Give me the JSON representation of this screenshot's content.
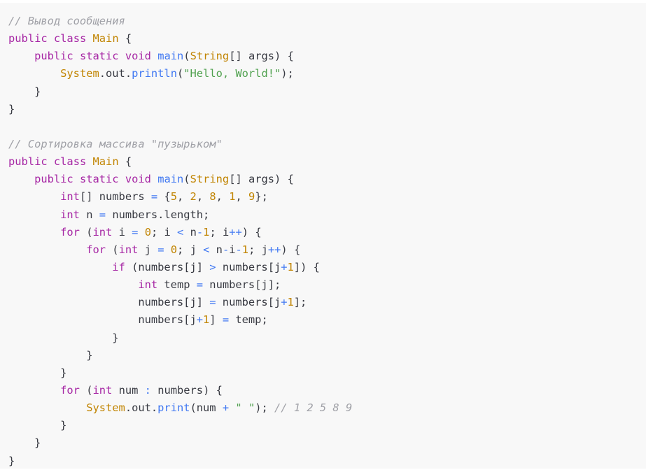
{
  "code": {
    "lines": [
      [
        {
          "t": "// Вывод сообщения",
          "k": "cm"
        }
      ],
      [
        {
          "t": "public",
          "k": "kw"
        },
        {
          "t": " ",
          "k": "pl"
        },
        {
          "t": "class",
          "k": "kw"
        },
        {
          "t": " ",
          "k": "pl"
        },
        {
          "t": "Main",
          "k": "ty"
        },
        {
          "t": " {",
          "k": "pl"
        }
      ],
      [
        {
          "t": "    ",
          "k": "pl"
        },
        {
          "t": "public",
          "k": "kw"
        },
        {
          "t": " ",
          "k": "pl"
        },
        {
          "t": "static",
          "k": "kw"
        },
        {
          "t": " ",
          "k": "pl"
        },
        {
          "t": "void",
          "k": "kw"
        },
        {
          "t": " ",
          "k": "pl"
        },
        {
          "t": "main",
          "k": "fn"
        },
        {
          "t": "(",
          "k": "pl"
        },
        {
          "t": "String",
          "k": "ty"
        },
        {
          "t": "[] args) {",
          "k": "pl"
        }
      ],
      [
        {
          "t": "        ",
          "k": "pl"
        },
        {
          "t": "System",
          "k": "ty"
        },
        {
          "t": ".out.",
          "k": "pl"
        },
        {
          "t": "println",
          "k": "fn"
        },
        {
          "t": "(",
          "k": "pl"
        },
        {
          "t": "\"Hello, World!\"",
          "k": "st"
        },
        {
          "t": ");",
          "k": "pl"
        }
      ],
      [
        {
          "t": "    }",
          "k": "pl"
        }
      ],
      [
        {
          "t": "}",
          "k": "pl"
        }
      ],
      [
        {
          "t": "",
          "k": "pl"
        }
      ],
      [
        {
          "t": "// Сортировка массива \"пузырьком\"",
          "k": "cm"
        }
      ],
      [
        {
          "t": "public",
          "k": "kw"
        },
        {
          "t": " ",
          "k": "pl"
        },
        {
          "t": "class",
          "k": "kw"
        },
        {
          "t": " ",
          "k": "pl"
        },
        {
          "t": "Main",
          "k": "ty"
        },
        {
          "t": " {",
          "k": "pl"
        }
      ],
      [
        {
          "t": "    ",
          "k": "pl"
        },
        {
          "t": "public",
          "k": "kw"
        },
        {
          "t": " ",
          "k": "pl"
        },
        {
          "t": "static",
          "k": "kw"
        },
        {
          "t": " ",
          "k": "pl"
        },
        {
          "t": "void",
          "k": "kw"
        },
        {
          "t": " ",
          "k": "pl"
        },
        {
          "t": "main",
          "k": "fn"
        },
        {
          "t": "(",
          "k": "pl"
        },
        {
          "t": "String",
          "k": "ty"
        },
        {
          "t": "[] args) {",
          "k": "pl"
        }
      ],
      [
        {
          "t": "        ",
          "k": "pl"
        },
        {
          "t": "int",
          "k": "kw"
        },
        {
          "t": "[] numbers ",
          "k": "pl"
        },
        {
          "t": "=",
          "k": "op"
        },
        {
          "t": " {",
          "k": "pl"
        },
        {
          "t": "5",
          "k": "nm"
        },
        {
          "t": ", ",
          "k": "pl"
        },
        {
          "t": "2",
          "k": "nm"
        },
        {
          "t": ", ",
          "k": "pl"
        },
        {
          "t": "8",
          "k": "nm"
        },
        {
          "t": ", ",
          "k": "pl"
        },
        {
          "t": "1",
          "k": "nm"
        },
        {
          "t": ", ",
          "k": "pl"
        },
        {
          "t": "9",
          "k": "nm"
        },
        {
          "t": "};",
          "k": "pl"
        }
      ],
      [
        {
          "t": "        ",
          "k": "pl"
        },
        {
          "t": "int",
          "k": "kw"
        },
        {
          "t": " n ",
          "k": "pl"
        },
        {
          "t": "=",
          "k": "op"
        },
        {
          "t": " numbers.length;",
          "k": "pl"
        }
      ],
      [
        {
          "t": "        ",
          "k": "pl"
        },
        {
          "t": "for",
          "k": "kw"
        },
        {
          "t": " (",
          "k": "pl"
        },
        {
          "t": "int",
          "k": "kw"
        },
        {
          "t": " i ",
          "k": "pl"
        },
        {
          "t": "=",
          "k": "op"
        },
        {
          "t": " ",
          "k": "pl"
        },
        {
          "t": "0",
          "k": "nm"
        },
        {
          "t": "; i ",
          "k": "pl"
        },
        {
          "t": "<",
          "k": "op"
        },
        {
          "t": " n",
          "k": "pl"
        },
        {
          "t": "-",
          "k": "op"
        },
        {
          "t": "1",
          "k": "nm"
        },
        {
          "t": "; i",
          "k": "pl"
        },
        {
          "t": "++",
          "k": "op"
        },
        {
          "t": ") {",
          "k": "pl"
        }
      ],
      [
        {
          "t": "            ",
          "k": "pl"
        },
        {
          "t": "for",
          "k": "kw"
        },
        {
          "t": " (",
          "k": "pl"
        },
        {
          "t": "int",
          "k": "kw"
        },
        {
          "t": " j ",
          "k": "pl"
        },
        {
          "t": "=",
          "k": "op"
        },
        {
          "t": " ",
          "k": "pl"
        },
        {
          "t": "0",
          "k": "nm"
        },
        {
          "t": "; j ",
          "k": "pl"
        },
        {
          "t": "<",
          "k": "op"
        },
        {
          "t": " n",
          "k": "pl"
        },
        {
          "t": "-",
          "k": "op"
        },
        {
          "t": "i",
          "k": "pl"
        },
        {
          "t": "-",
          "k": "op"
        },
        {
          "t": "1",
          "k": "nm"
        },
        {
          "t": "; j",
          "k": "pl"
        },
        {
          "t": "++",
          "k": "op"
        },
        {
          "t": ") {",
          "k": "pl"
        }
      ],
      [
        {
          "t": "                ",
          "k": "pl"
        },
        {
          "t": "if",
          "k": "kw"
        },
        {
          "t": " (numbers[j] ",
          "k": "pl"
        },
        {
          "t": ">",
          "k": "op"
        },
        {
          "t": " numbers[j",
          "k": "pl"
        },
        {
          "t": "+",
          "k": "op"
        },
        {
          "t": "1",
          "k": "nm"
        },
        {
          "t": "]) {",
          "k": "pl"
        }
      ],
      [
        {
          "t": "                    ",
          "k": "pl"
        },
        {
          "t": "int",
          "k": "kw"
        },
        {
          "t": " temp ",
          "k": "pl"
        },
        {
          "t": "=",
          "k": "op"
        },
        {
          "t": " numbers[j];",
          "k": "pl"
        }
      ],
      [
        {
          "t": "                    numbers[j] ",
          "k": "pl"
        },
        {
          "t": "=",
          "k": "op"
        },
        {
          "t": " numbers[j",
          "k": "pl"
        },
        {
          "t": "+",
          "k": "op"
        },
        {
          "t": "1",
          "k": "nm"
        },
        {
          "t": "];",
          "k": "pl"
        }
      ],
      [
        {
          "t": "                    numbers[j",
          "k": "pl"
        },
        {
          "t": "+",
          "k": "op"
        },
        {
          "t": "1",
          "k": "nm"
        },
        {
          "t": "] ",
          "k": "pl"
        },
        {
          "t": "=",
          "k": "op"
        },
        {
          "t": " temp;",
          "k": "pl"
        }
      ],
      [
        {
          "t": "                }",
          "k": "pl"
        }
      ],
      [
        {
          "t": "            }",
          "k": "pl"
        }
      ],
      [
        {
          "t": "        }",
          "k": "pl"
        }
      ],
      [
        {
          "t": "        ",
          "k": "pl"
        },
        {
          "t": "for",
          "k": "kw"
        },
        {
          "t": " (",
          "k": "pl"
        },
        {
          "t": "int",
          "k": "kw"
        },
        {
          "t": " num ",
          "k": "pl"
        },
        {
          "t": ":",
          "k": "op"
        },
        {
          "t": " numbers) {",
          "k": "pl"
        }
      ],
      [
        {
          "t": "            ",
          "k": "pl"
        },
        {
          "t": "System",
          "k": "ty"
        },
        {
          "t": ".out.",
          "k": "pl"
        },
        {
          "t": "print",
          "k": "fn"
        },
        {
          "t": "(num ",
          "k": "pl"
        },
        {
          "t": "+",
          "k": "op"
        },
        {
          "t": " ",
          "k": "pl"
        },
        {
          "t": "\" \"",
          "k": "st"
        },
        {
          "t": "); ",
          "k": "pl"
        },
        {
          "t": "// 1 2 5 8 9",
          "k": "cm"
        }
      ],
      [
        {
          "t": "        }",
          "k": "pl"
        }
      ],
      [
        {
          "t": "    }",
          "k": "pl"
        }
      ],
      [
        {
          "t": "}",
          "k": "pl"
        }
      ]
    ]
  },
  "syntax_colors": {
    "pl": "#383a42",
    "kw": "#a626a4",
    "ty": "#c18401",
    "fn": "#4078f2",
    "st": "#50a14f",
    "nm": "#c18401",
    "op": "#4078f2",
    "cm": "#a0a1a7"
  }
}
